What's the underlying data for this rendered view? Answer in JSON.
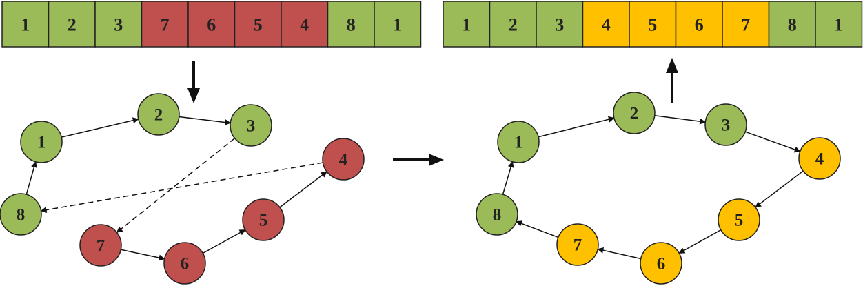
{
  "colors": {
    "green": "#9BBB59",
    "red": "#C0504D",
    "yellow": "#FFC000",
    "stroke": "#222222",
    "arrow": "#111111"
  },
  "left_array": [
    {
      "label": "1",
      "color": "green"
    },
    {
      "label": "2",
      "color": "green"
    },
    {
      "label": "3",
      "color": "green"
    },
    {
      "label": "7",
      "color": "red"
    },
    {
      "label": "6",
      "color": "red"
    },
    {
      "label": "5",
      "color": "red"
    },
    {
      "label": "4",
      "color": "red"
    },
    {
      "label": "8",
      "color": "green"
    },
    {
      "label": "1",
      "color": "green"
    }
  ],
  "right_array": [
    {
      "label": "1",
      "color": "green"
    },
    {
      "label": "2",
      "color": "green"
    },
    {
      "label": "3",
      "color": "green"
    },
    {
      "label": "4",
      "color": "yellow"
    },
    {
      "label": "5",
      "color": "yellow"
    },
    {
      "label": "6",
      "color": "yellow"
    },
    {
      "label": "7",
      "color": "yellow"
    },
    {
      "label": "8",
      "color": "green"
    },
    {
      "label": "1",
      "color": "green"
    }
  ],
  "left_graph": {
    "nodes": [
      {
        "id": "1",
        "label": "1",
        "color": "green"
      },
      {
        "id": "2",
        "label": "2",
        "color": "green"
      },
      {
        "id": "3",
        "label": "3",
        "color": "green"
      },
      {
        "id": "4",
        "label": "4",
        "color": "red"
      },
      {
        "id": "5",
        "label": "5",
        "color": "red"
      },
      {
        "id": "6",
        "label": "6",
        "color": "red"
      },
      {
        "id": "7",
        "label": "7",
        "color": "red"
      },
      {
        "id": "8",
        "label": "8",
        "color": "green"
      }
    ],
    "edges": [
      {
        "from": "1",
        "to": "2",
        "style": "solid"
      },
      {
        "from": "2",
        "to": "3",
        "style": "solid"
      },
      {
        "from": "3",
        "to": "7",
        "style": "dashed"
      },
      {
        "from": "7",
        "to": "6",
        "style": "solid"
      },
      {
        "from": "6",
        "to": "5",
        "style": "solid"
      },
      {
        "from": "5",
        "to": "4",
        "style": "solid"
      },
      {
        "from": "4",
        "to": "8",
        "style": "dashed"
      },
      {
        "from": "8",
        "to": "1",
        "style": "solid"
      }
    ]
  },
  "right_graph": {
    "nodes": [
      {
        "id": "1",
        "label": "1",
        "color": "green"
      },
      {
        "id": "2",
        "label": "2",
        "color": "green"
      },
      {
        "id": "3",
        "label": "3",
        "color": "green"
      },
      {
        "id": "4",
        "label": "4",
        "color": "yellow"
      },
      {
        "id": "5",
        "label": "5",
        "color": "yellow"
      },
      {
        "id": "6",
        "label": "6",
        "color": "yellow"
      },
      {
        "id": "7",
        "label": "7",
        "color": "yellow"
      },
      {
        "id": "8",
        "label": "8",
        "color": "green"
      }
    ],
    "edges": [
      {
        "from": "1",
        "to": "2",
        "style": "solid"
      },
      {
        "from": "2",
        "to": "3",
        "style": "solid"
      },
      {
        "from": "3",
        "to": "4",
        "style": "solid"
      },
      {
        "from": "4",
        "to": "5",
        "style": "solid"
      },
      {
        "from": "5",
        "to": "6",
        "style": "solid"
      },
      {
        "from": "6",
        "to": "7",
        "style": "solid"
      },
      {
        "from": "7",
        "to": "8",
        "style": "solid"
      },
      {
        "from": "8",
        "to": "1",
        "style": "solid"
      }
    ]
  }
}
